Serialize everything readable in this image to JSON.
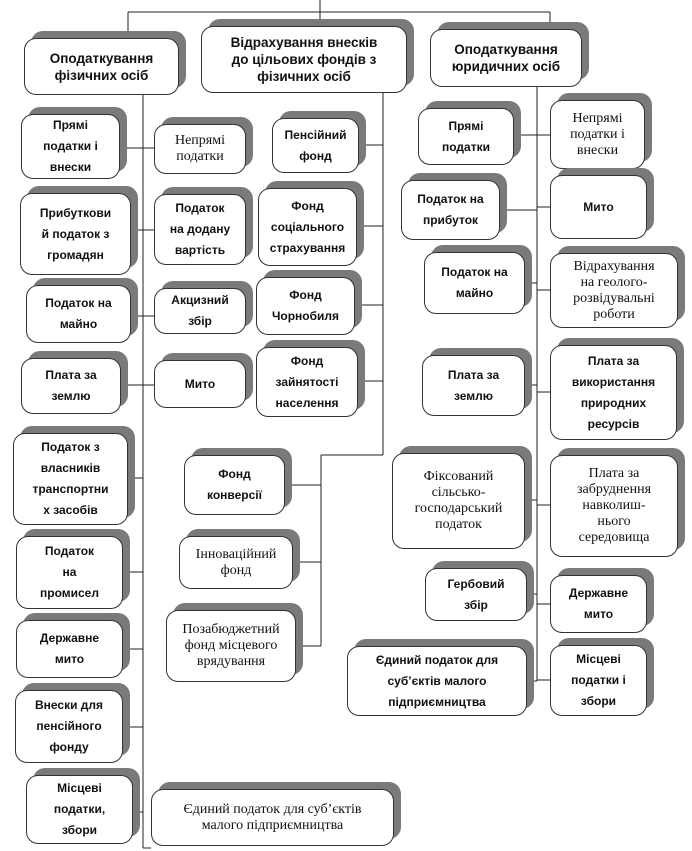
{
  "headers": {
    "individuals": "Оподаткування\nфізичних осіб",
    "funds": "Відрахування внесків\nдо цільових фондів з\nфізичних осіб",
    "legal": "Оподаткування\nюридичних осіб"
  },
  "individuals": {
    "direct_taxes": "Прямі\nподатки і\nвнески",
    "income_tax": "Прибуткови\nй податок з\nгромадян",
    "property_tax": "Податок на\nмайно",
    "land_fee": "Плата за\nземлю",
    "vehicle_tax": "Податок з\nвласників\nтранспортни\nх засобів",
    "trade_tax": "Податок\nна\nпромисел",
    "state_duty": "Державне\nмито",
    "pension_contrib": "Внески для\nпенсійного\nфонду",
    "local_taxes": "Місцеві\nподатки,\nзбори",
    "indirect_taxes": "Непрямі\nподатки",
    "vat": "Податок\nна додану\nвартість",
    "excise": "Акцизний\nзбір",
    "duty": "Мито",
    "single_tax": "Єдиний податок для  суб’єктів\nмалого підприємництва"
  },
  "funds": {
    "pension_fund": "Пенсійний\nфонд",
    "social_insurance": "Фонд\nсоціального\nстрахування",
    "chernobyl": "Фонд\nЧорнобиля",
    "employment": "Фонд\nзайнятості\nнаселення",
    "conversion": "Фонд\nконверсії",
    "innovation": "Інноваційний\nфонд",
    "offbudget": "Позабюджетний\nфонд місцевого\nврядування"
  },
  "legal": {
    "direct_taxes": "Прямі\nподатки",
    "profit_tax": "Податок на\nприбуток",
    "property_tax": "Податок на\nмайно",
    "land_fee": "Плата за\nземлю",
    "fixed_agri": "Фіксований\nсільсько-\nгосподарський\nподаток",
    "stamp_fee": "Гербовий\nзбір",
    "single_tax": "Єдиний податок для\nсуб’єктів малого\nпідприємництва",
    "indirect_taxes": "Непрямі\nподатки і\nвнески",
    "duty": "Мито",
    "geo_deductions": "Відрахування\nна  геолого-\nрозвідувальні\nроботи",
    "natural_resources": "Плата за\nвикористання\nприродних\nресурсів",
    "pollution": "Плата за\nзабруднення\nнавколиш-\nнього\nсередовища",
    "state_duty": "Державне\nмито",
    "local_taxes": "Місцеві\nподатки і\nзбори"
  }
}
